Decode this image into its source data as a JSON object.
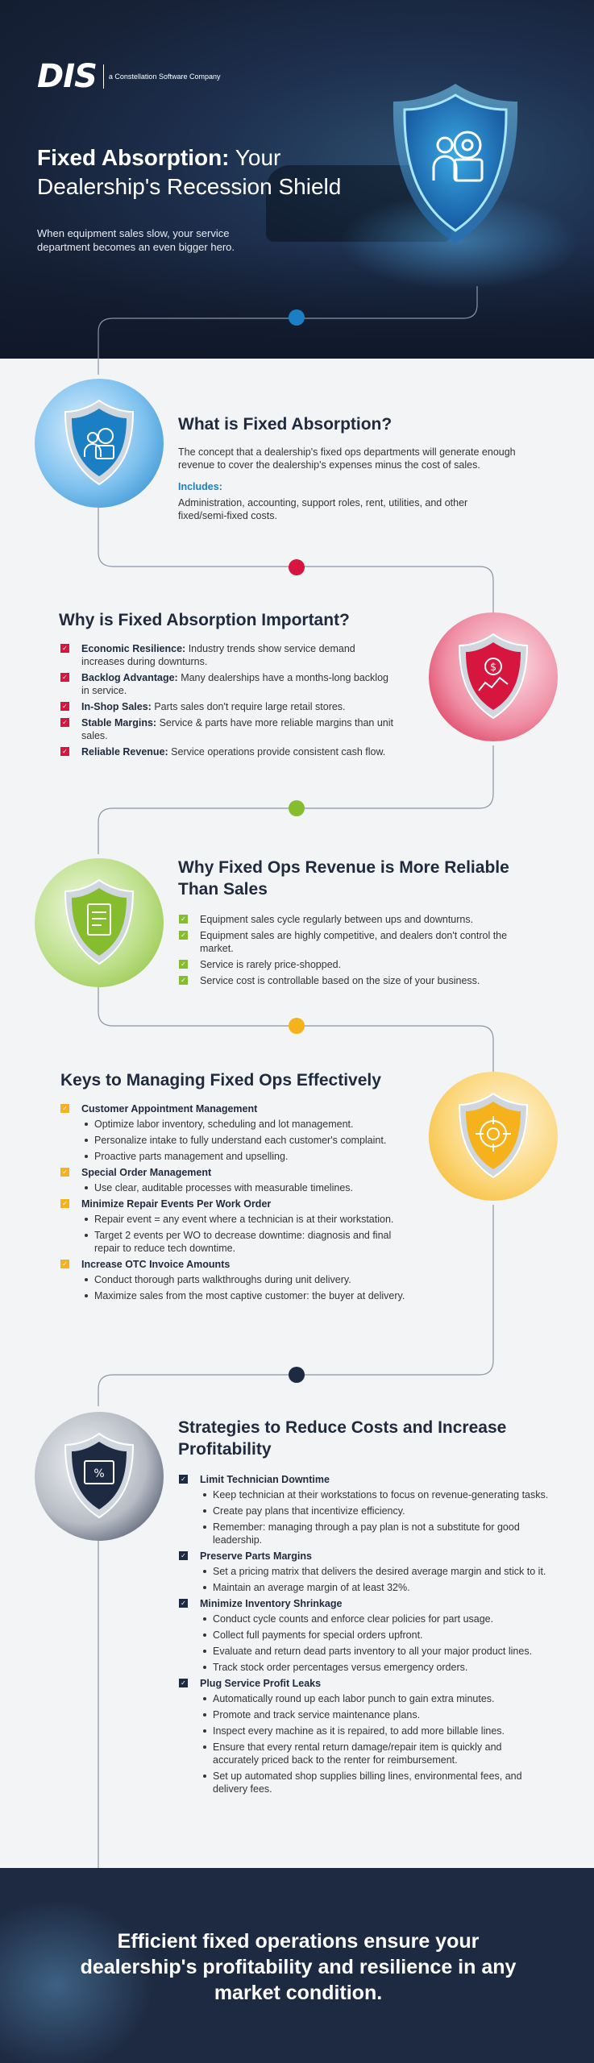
{
  "brand": {
    "logo_text": "DIS",
    "tagline": "a Constellation Software Company"
  },
  "hero": {
    "title_bold": "Fixed Absorption:",
    "title_rest": "Your Dealership's Recession Shield",
    "subtitle": "When equipment sales slow, your service department becomes an even bigger hero."
  },
  "colors": {
    "blue": "#1b7fc4",
    "red": "#d6163e",
    "green": "#86bd2f",
    "gold": "#f5b21c",
    "navy": "#1e2a42"
  },
  "section1": {
    "title": "What is Fixed Absorption?",
    "body": "The concept that a dealership's fixed ops departments will generate enough revenue to cover the dealership's expenses minus the cost of sales.",
    "includes_label": "Includes:",
    "includes_text": "Administration, accounting, support roles, rent, utilities, and other fixed/semi-fixed costs."
  },
  "section2": {
    "title": "Why is Fixed Absorption Important?",
    "items": [
      {
        "bold": "Economic Resilience:",
        "text": "Industry trends show service demand increases during downturns."
      },
      {
        "bold": "Backlog Advantage:",
        "text": "Many dealerships have a months-long backlog in service."
      },
      {
        "bold": "In-Shop Sales:",
        "text": "Parts sales don't require large retail stores."
      },
      {
        "bold": "Stable Margins:",
        "text": "Service & parts have more reliable margins than unit sales."
      },
      {
        "bold": "Reliable Revenue:",
        "text": "Service operations provide consistent cash flow."
      }
    ]
  },
  "section3": {
    "title_line1": "Why Fixed Ops Revenue is More Reliable",
    "title_line2": "Than Sales",
    "items": [
      "Equipment sales cycle regularly between ups and downturns.",
      "Equipment sales are highly competitive, and dealers don't control the market.",
      "Service is rarely price-shopped.",
      "Service cost is controllable based on the size of your business."
    ]
  },
  "section4": {
    "title": "Keys to Managing Fixed Ops Effectively",
    "groups": [
      {
        "heading": "Customer Appointment Management",
        "items": [
          "Optimize labor inventory, scheduling and lot management.",
          "Personalize intake to fully understand each customer's complaint.",
          "Proactive parts management and upselling."
        ]
      },
      {
        "heading": "Special Order Management",
        "items": [
          "Use clear, auditable processes with measurable timelines."
        ]
      },
      {
        "heading": "Minimize Repair Events Per Work Order",
        "items": [
          "Repair event = any event where a technician is at their workstation.",
          "Target 2 events per WO to decrease downtime: diagnosis and final repair to reduce tech downtime."
        ]
      },
      {
        "heading": "Increase OTC Invoice Amounts",
        "items": [
          "Conduct thorough parts walkthroughs during unit delivery.",
          "Maximize sales from the most captive customer: the buyer at delivery."
        ]
      }
    ]
  },
  "section5": {
    "title_line1": "Strategies to Reduce Costs and Increase",
    "title_line2": "Profitability",
    "groups": [
      {
        "heading": "Limit Technician Downtime",
        "items": [
          "Keep technician at their workstations to focus on revenue-generating tasks.",
          "Create pay plans that incentivize efficiency.",
          "Remember: managing through a pay plan is not a substitute for good leadership."
        ]
      },
      {
        "heading": "Preserve Parts Margins",
        "items": [
          "Set a pricing matrix that delivers the desired average margin and stick to it.",
          "Maintain an average margin of at least 32%."
        ]
      },
      {
        "heading": "Minimize Inventory Shrinkage",
        "items": [
          "Conduct cycle counts and enforce clear policies for part usage.",
          "Collect full payments for special orders upfront.",
          "Evaluate and return dead parts inventory to all your major product lines.",
          "Track stock order percentages versus emergency orders."
        ]
      },
      {
        "heading": "Plug Service Profit Leaks",
        "items": [
          "Automatically round up each labor punch to gain extra minutes.",
          "Promote and track service maintenance plans.",
          "Inspect every machine as it is repaired, to add more billable lines.",
          "Ensure that every rental return damage/repair item is quickly and accurately priced back to the renter for reimbursement.",
          "Set up automated shop supplies billing lines, environmental fees, and delivery fees."
        ]
      }
    ]
  },
  "footer": {
    "text": "Efficient fixed operations ensure your dealership's profitability and resilience in any market condition."
  },
  "icons": [
    "shield-gear-person-icon",
    "shield-person-gear-icon",
    "shield-dollar-chart-icon",
    "shield-invoice-icon",
    "shield-target-icon",
    "shield-percent-board-icon"
  ]
}
